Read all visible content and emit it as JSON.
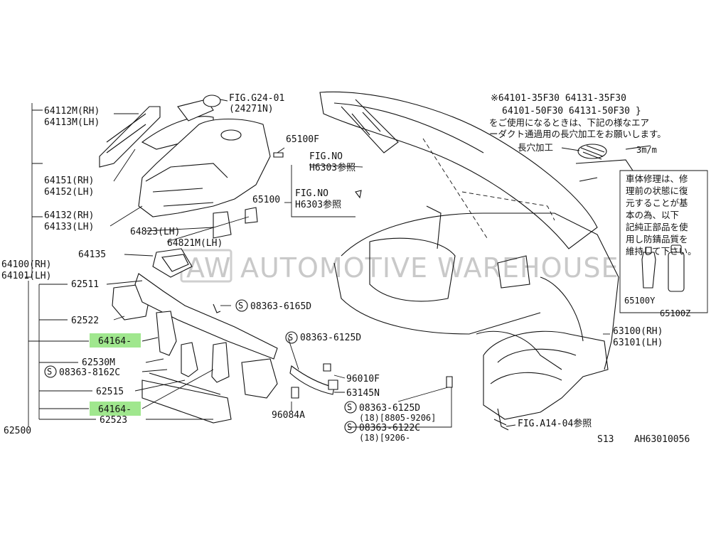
{
  "labels": {
    "fig_g24": "FIG.G24-01",
    "fig_g24_sub": "(24271N)",
    "p64112": "64112M(RH)",
    "p64113": "64113M(LH)",
    "p65100f": "65100F",
    "fig_no_1": "FIG.NO",
    "h6303_1": "H6303参照",
    "fig_no_2": "FIG.NO",
    "h6303_2": "H6303参照",
    "p65100": "65100",
    "p64151": "64151(RH)",
    "p64152": "64152(LH)",
    "p64132": "64132(RH)",
    "p64133": "64133(LH)",
    "p64823": "64823(LH)",
    "p64821": "64821M(LH)",
    "p64135": "64135",
    "p64100": "64100(RH)",
    "p64101": "64101(LH)",
    "p62511": "62511",
    "p62522": "62522",
    "s_6165d": "08363-6165D",
    "p64164_a": "64164-",
    "s_6125d_a": "08363-6125D",
    "p62530m": "62530M",
    "s_8162c": "08363-8162C",
    "p96010f": "96010F",
    "p62515": "62515",
    "p63145n": "63145N",
    "p64164_b": "64164-",
    "s_6125d_b": "08363-6125D",
    "s_6125d_b_sub": "(18)[8805-9206]",
    "p62523": "62523",
    "p96084a": "96084A",
    "s_6122c": "08363-6122C",
    "s_6122c_sub": "(18)[9206-",
    "p62500": "62500",
    "p63100": "63100(RH)",
    "p63101": "63101(LH)",
    "fig_a14": "FIG.A14-04参照",
    "s13": "S13",
    "ref_code": "AH63010056",
    "p65100y": "65100Y",
    "p65100z": "65100Z",
    "slot_label": "長穴加工",
    "slot_dim": "3m/m"
  },
  "note": {
    "line1": "※64101-35F30  64131-35F30",
    "line2": "64101-50F30  64131-50F30 }",
    "line3": "をご使用になるときは、下記の様なエア",
    "line4": "ーダクト通過用の長穴加工をお願いします。"
  },
  "box_note": [
    "車体修理は、修",
    "理前の状態に復",
    "元することが基",
    "本の為、以下",
    "記純正部品を使",
    "用し防錆品質を",
    "維持して下さい。"
  ],
  "watermark": "AUTOMOTIVE WAREHOUSE",
  "watermark_logo": "AW",
  "colors": {
    "highlight": "#8fe37a",
    "ink": "#111111",
    "watermark": "#c9c9c9"
  }
}
